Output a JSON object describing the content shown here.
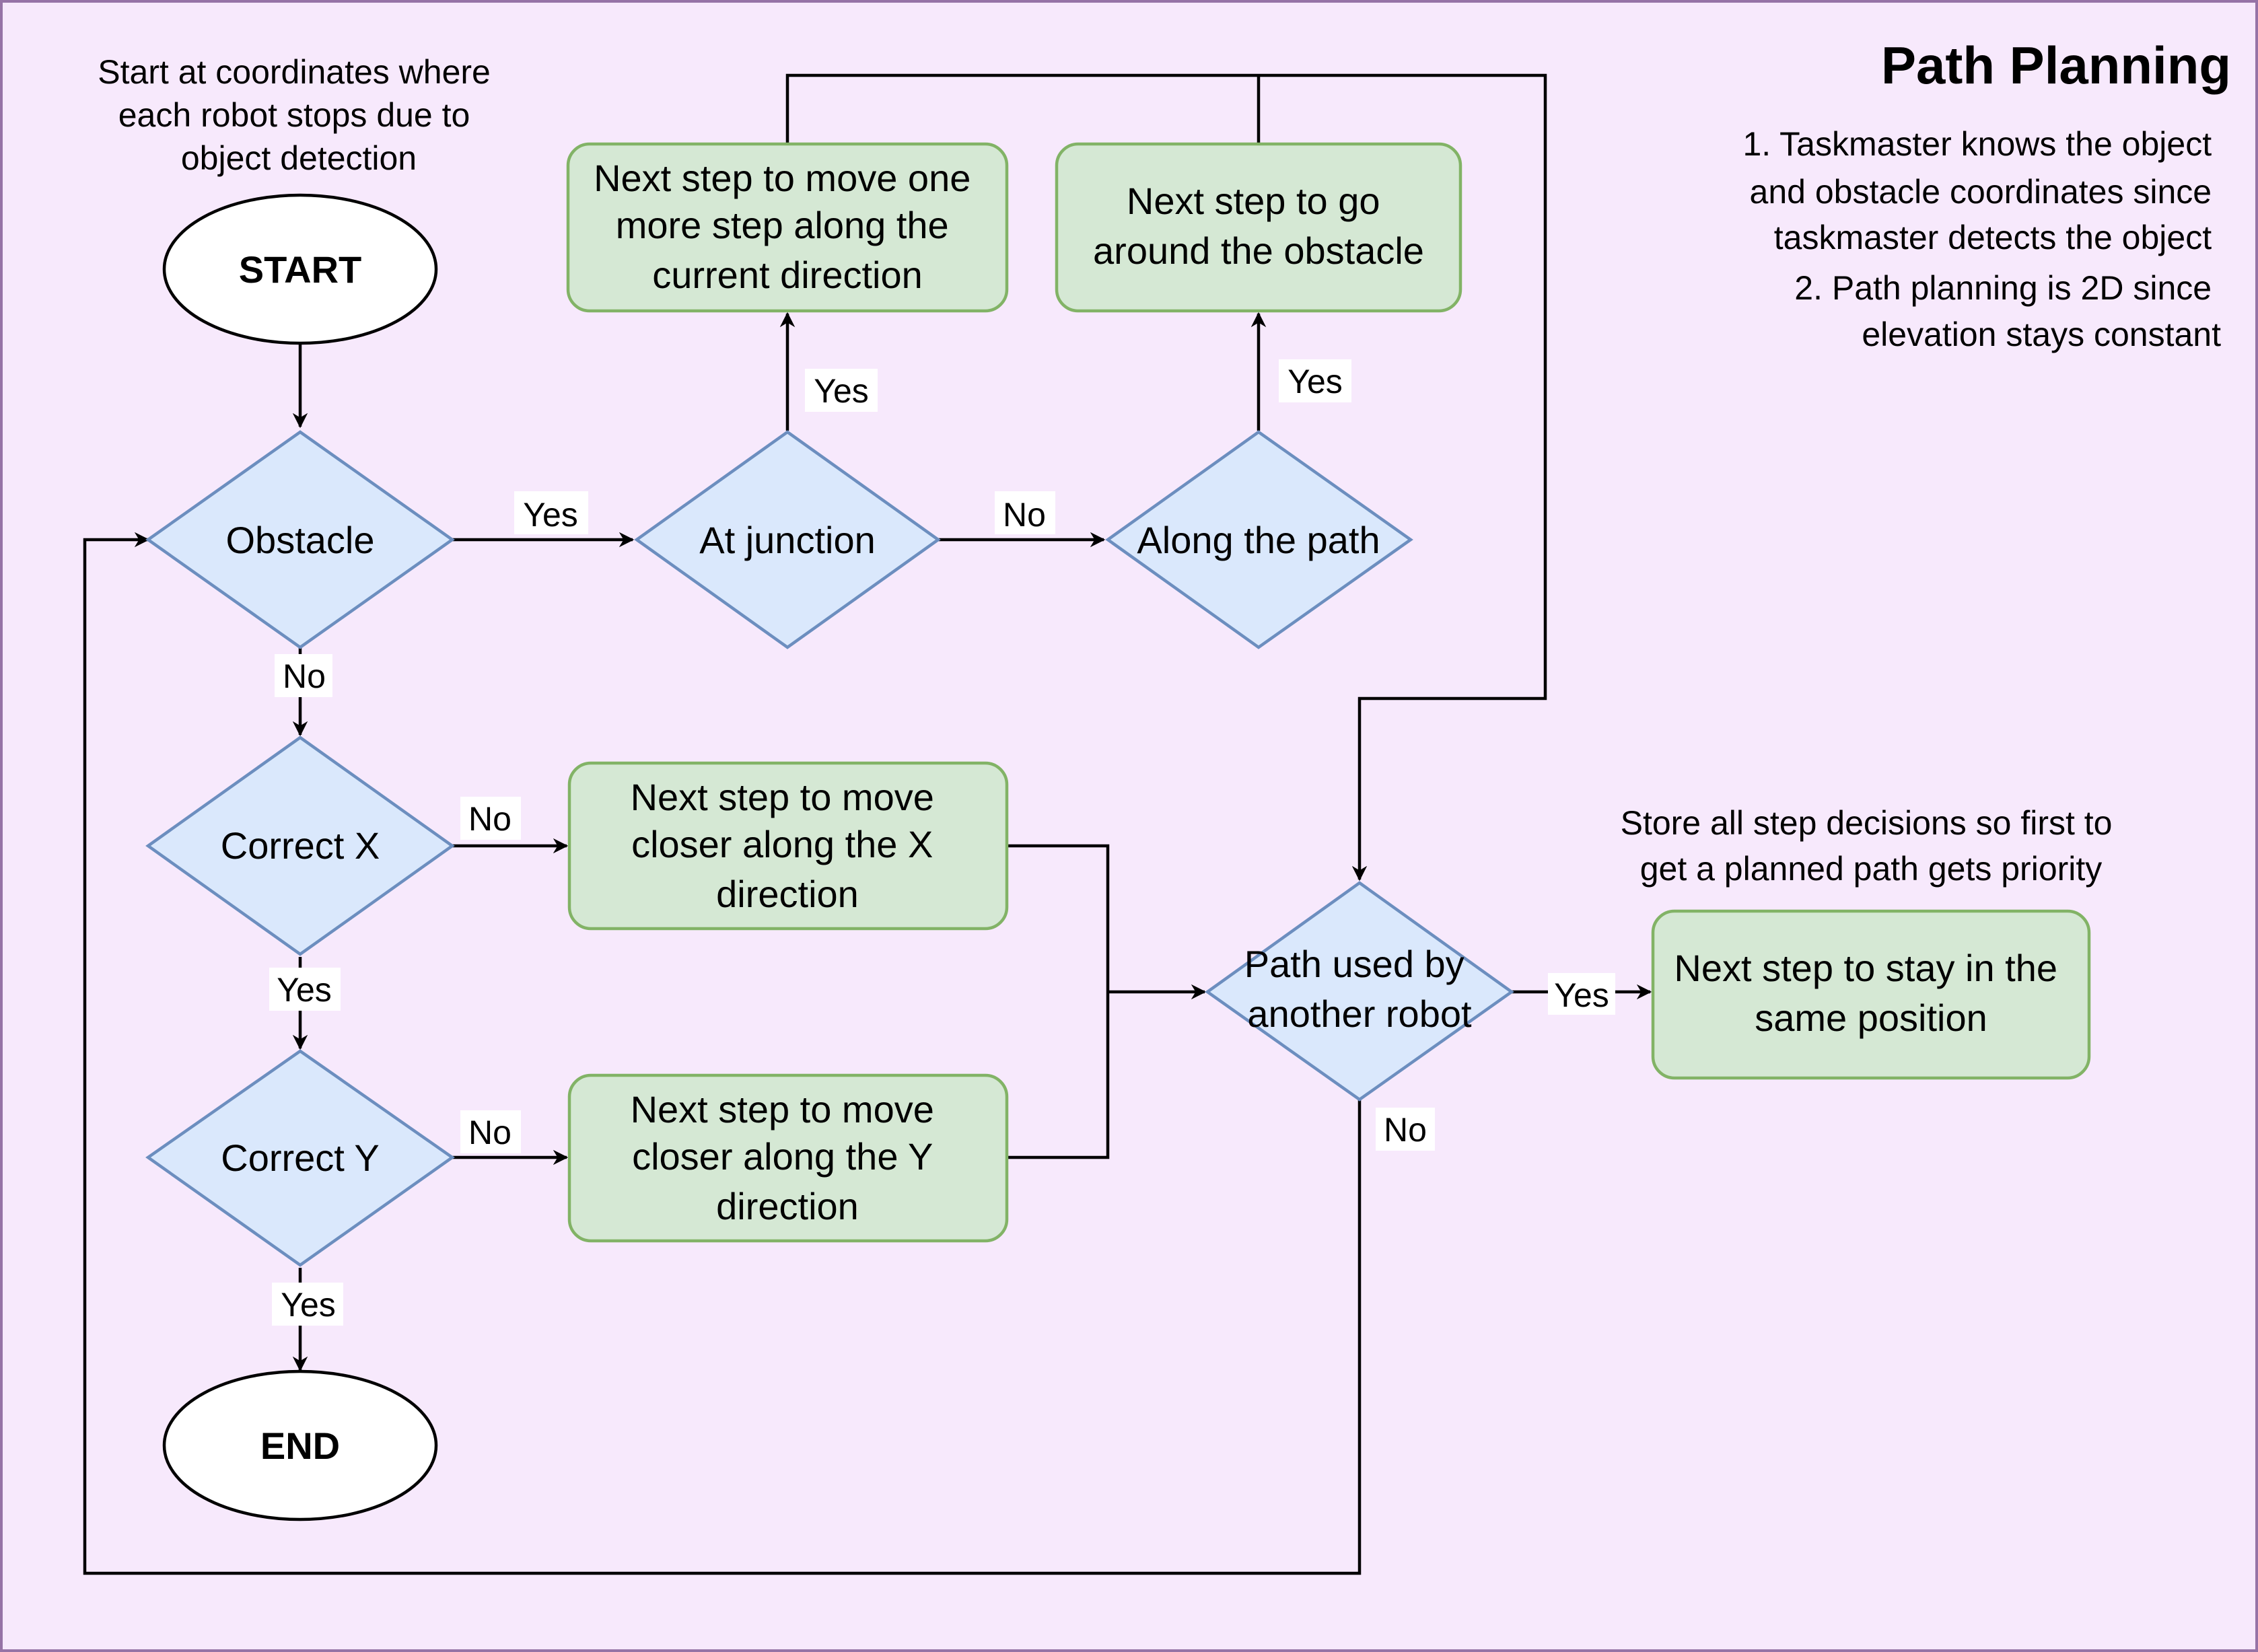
{
  "title": "Path Planning",
  "notes": {
    "top_right": [
      "1. Taskmaster knows the object",
      "and obstacle coordinates since",
      "taskmaster detects the object",
      "2. Path planning is 2D since",
      "elevation stays constant"
    ],
    "start_note": [
      "Start at coordinates where",
      "each robot stops due to",
      "object detection"
    ],
    "priority_note": [
      "Store all step decisions so first to",
      "get a planned path gets priority"
    ]
  },
  "nodes": {
    "start": "START",
    "end": "END",
    "obstacle": "Obstacle",
    "at_junction": "At junction",
    "along_path": "Along the path",
    "correct_x": "Correct X",
    "correct_y": "Correct Y",
    "path_used": [
      "Path used by",
      "another robot"
    ],
    "move_one_more": [
      "Next step to move one",
      "more step along the",
      "current direction"
    ],
    "go_around": [
      "Next step to go",
      "around the obstacle"
    ],
    "move_x": [
      "Next step to move",
      "closer along the X",
      "direction"
    ],
    "move_y": [
      "Next step to move",
      "closer along the Y",
      "direction"
    ],
    "stay": [
      "Next step to stay in the",
      "same position"
    ]
  },
  "edge_labels": {
    "obstacle_yes": "Yes",
    "obstacle_no": "No",
    "junction_yes": "Yes",
    "junction_no": "No",
    "along_yes": "Yes",
    "correct_x_no": "No",
    "correct_x_yes": "Yes",
    "correct_y_no": "No",
    "correct_y_yes": "Yes",
    "path_used_yes": "Yes",
    "path_used_no": "No"
  },
  "colors": {
    "background": "#f7e9fc",
    "border": "#9673a6",
    "decision_fill": "#dae8fc",
    "decision_stroke": "#6c8ebf",
    "process_fill": "#d5e8d4",
    "process_stroke": "#82b366"
  }
}
